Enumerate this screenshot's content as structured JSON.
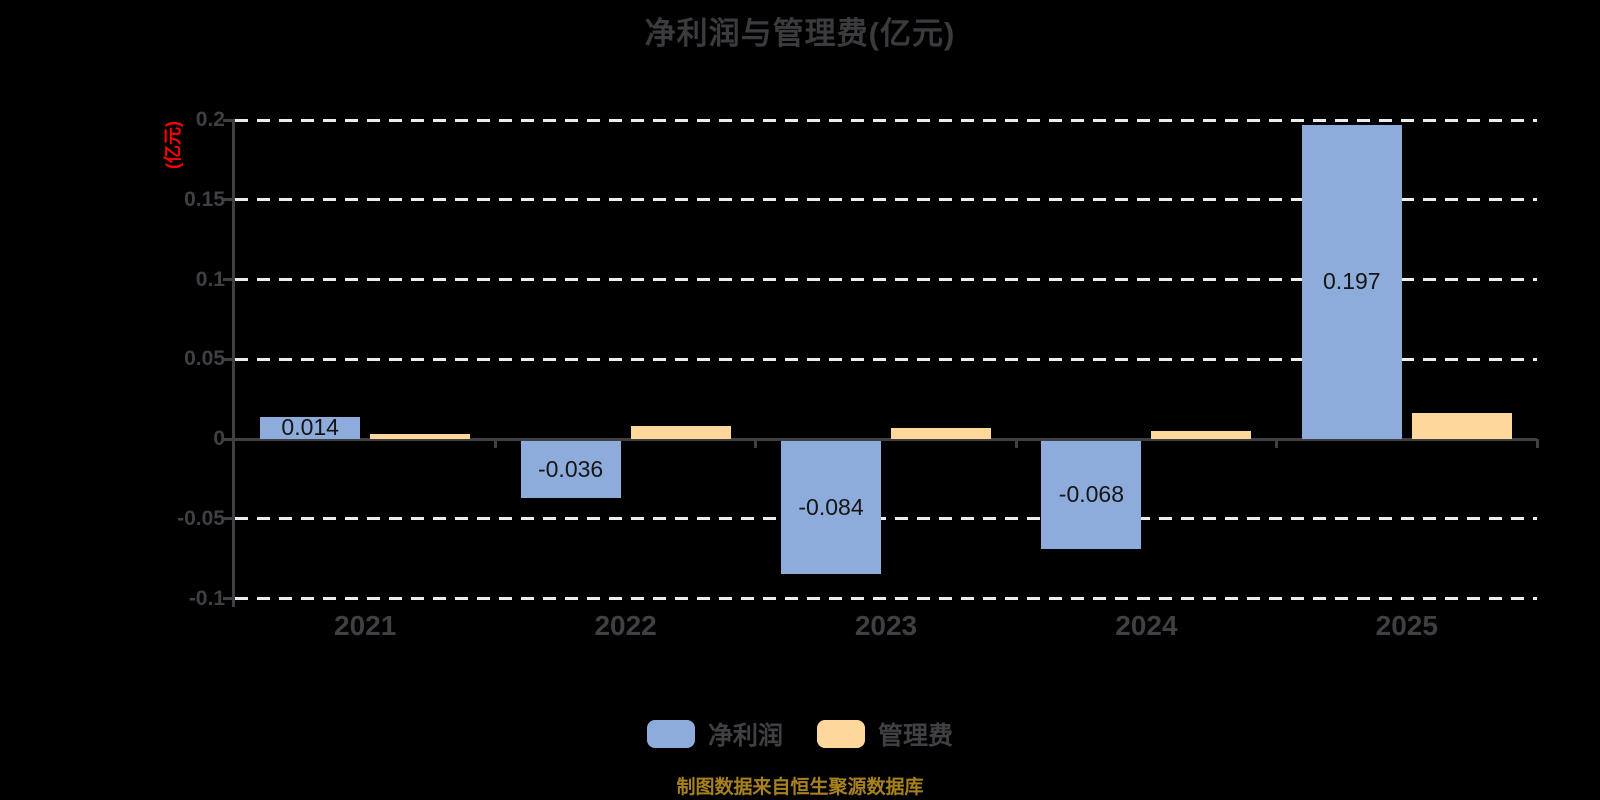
{
  "title": "净利润与管理费(亿元)",
  "y_axis_unit_label": "(亿元)",
  "source_note": "制图数据来自恒生聚源数据库",
  "legend": [
    {
      "label": "净利润",
      "color": "#8dacdb"
    },
    {
      "label": "管理费",
      "color": "#fdd79b"
    }
  ],
  "colors": {
    "background": "#000000",
    "net_profit_bar": "#8dacdb",
    "management_fee_bar": "#fdd79b",
    "gridline": "#ececec",
    "axis": "#3f3f44",
    "title_text": "#3b3b3f",
    "y_unit_label_text": "#ff0000",
    "bar_value_label_text": "#151515",
    "source_note_text": "#a8811f"
  },
  "chart_data": {
    "type": "bar",
    "title": "净利润与管理费(亿元)",
    "ylabel": "(亿元)",
    "categories": [
      "2021",
      "2022",
      "2023",
      "2024",
      "2025"
    ],
    "series": [
      {
        "name": "净利润",
        "color": "#8dacdb",
        "values": [
          0.014,
          -0.036,
          -0.084,
          -0.068,
          0.197
        ],
        "labels": [
          "0.014",
          "-0.036",
          "-0.084",
          "-0.068",
          "0.197"
        ]
      },
      {
        "name": "管理费",
        "color": "#fdd79b",
        "values": [
          0.003,
          0.008,
          0.007,
          0.005,
          0.016
        ],
        "labels": [
          null,
          null,
          null,
          null,
          null
        ]
      }
    ],
    "ylim": [
      -0.1,
      0.2
    ],
    "yticks": [
      0.2,
      0.15,
      0.1,
      0.05,
      0,
      -0.05,
      -0.1
    ],
    "ytick_labels": [
      "0.2",
      "0.15",
      "0.1",
      "0.05",
      "0",
      "-0.05",
      "-0.1"
    ],
    "grid": "horizontal-dashed",
    "legend_position": "bottom"
  }
}
